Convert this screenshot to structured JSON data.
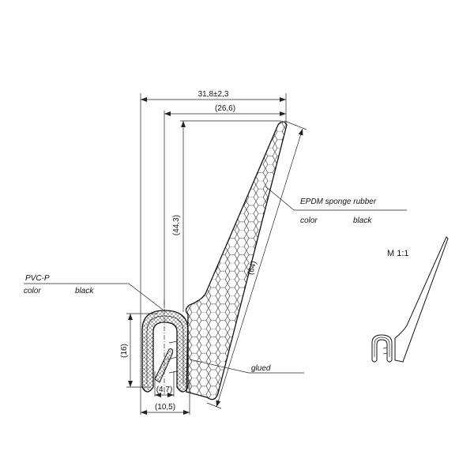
{
  "dimensions": {
    "overall_width": "31,8±2,3",
    "flap_width": "(26,6)",
    "flap_height": "(44,3)",
    "flap_length": "(64)",
    "clip_height": "(16)",
    "clip_opening": "(4,7)",
    "clip_width": "(10,5)"
  },
  "labels": {
    "epdm": {
      "material": "EPDM sponge rubber",
      "color_label": "color",
      "color_value": "black"
    },
    "pvc": {
      "material": "PVC-P",
      "color_label": "color",
      "color_value": "black"
    },
    "glued": "glued"
  },
  "scale_label": "M 1:1"
}
